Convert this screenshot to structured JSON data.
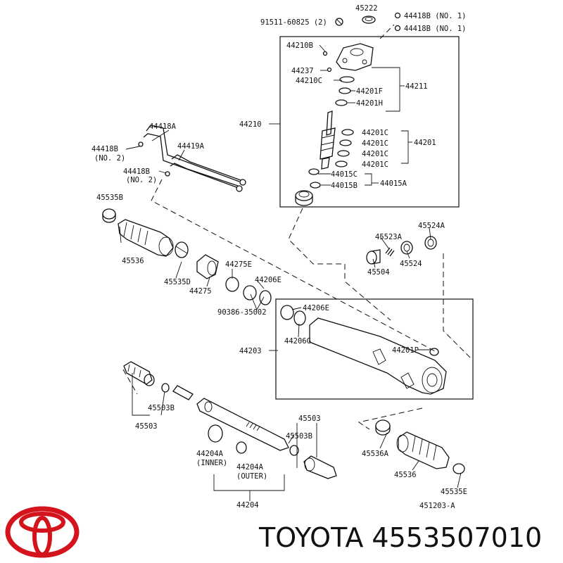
{
  "diagram": {
    "labels": {
      "l_45222": "45222",
      "l_44418b_no1a": "44418B (NO. 1)",
      "l_44418b_no1b": "44418B (NO. 1)",
      "l_91511": "91511-60825 (2)",
      "l_44210b": "44210B",
      "l_44237": "44237",
      "l_44210c": "44210C",
      "l_44201f": "44201F",
      "l_44211": "44211",
      "l_44201h": "44201H",
      "l_44210": "44210",
      "l_44201c_1": "44201C",
      "l_44201c_2": "44201C",
      "l_44201c_3": "44201C",
      "l_44201c_4": "44201C",
      "l_44201": "44201",
      "l_44015c": "44015C",
      "l_44015b": "44015B",
      "l_44015a": "44015A",
      "l_44418a": "44418A",
      "l_44419a": "44419A",
      "l_44418b_no2a": "44418B",
      "l_no2a": "(NO. 2)",
      "l_44418b_no2b": "44418B",
      "l_no2b": "(NO. 2)",
      "l_45535b": "45535B",
      "l_45536": "45536",
      "l_45535d": "45535D",
      "l_44275": "44275",
      "l_44275e": "44275E",
      "l_44206e_1": "44206E",
      "l_90386": "90386-35002",
      "l_45523a": "45523A",
      "l_45524a": "45524A",
      "l_45504": "45504",
      "l_45524": "45524",
      "l_44206e_2": "44206E",
      "l_44206g": "44206G",
      "l_44203": "44203",
      "l_44201p": "44201P",
      "l_45503b_1": "45503B",
      "l_45503_1": "45503",
      "l_45503_2": "45503",
      "l_45503b_2": "45503B",
      "l_44204a_1": "44204A",
      "l_inner": "(INNER)",
      "l_44204a_2": "44204A",
      "l_outer": "(OUTER)",
      "l_44204": "44204",
      "l_45536a": "45536A",
      "l_45536_2": "45536",
      "l_45535e": "45535E",
      "l_451203a": "451203-A"
    }
  },
  "footer": {
    "brand_text": "TOYOTA 4553507010"
  },
  "colors": {
    "logo_red": "#d3141c",
    "ink": "#111111"
  }
}
